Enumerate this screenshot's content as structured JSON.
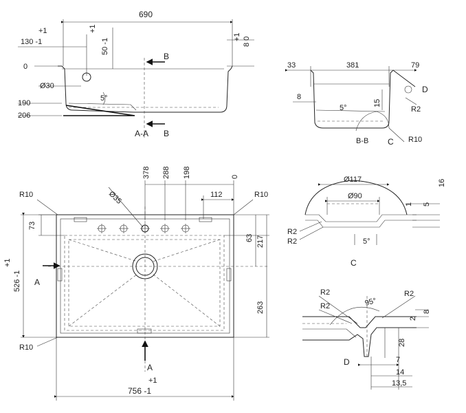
{
  "top_view": {
    "dim_690": "690",
    "dim_plus1_a": "+1",
    "dim_130": "130 -1",
    "dim_plus1_b": "+1",
    "dim_50": "50 -1",
    "dim_plus1_c": "+1",
    "dim_80": "8 0",
    "dim_0": "0",
    "dim_30": "Ø30",
    "dim_5deg": "5°",
    "dim_190": "190",
    "dim_206": "206",
    "label_b_top": "B",
    "label_b_bottom": "B",
    "section_aa": "A-A"
  },
  "section_bb": {
    "dim_33": "33",
    "dim_381": "381",
    "dim_79": "79",
    "dim_8": "8",
    "dim_15": "15",
    "dim_5deg": "5°",
    "r2": "R2",
    "r10": "R10",
    "label_d": "D",
    "label_c": "C",
    "title": "B-B"
  },
  "plan_view": {
    "dim_378": "378",
    "dim_288": "288",
    "dim_198": "198",
    "dim_0": "0",
    "dim_112": "112",
    "dim_35": "Ø35",
    "r10_tl": "R10",
    "r10_tr": "R10",
    "r10_bl": "R10",
    "dim_73": "73",
    "dim_63": "63",
    "dim_217": "217",
    "dim_263": "263",
    "dim_plus1_a": "+1",
    "dim_526": "526 -1",
    "dim_plus1_b": "+1",
    "dim_756": "756 -1",
    "label_a_left": "A",
    "label_a_bottom": "A"
  },
  "detail_c": {
    "dim_117": "Ø117",
    "dim_90": "Ø90",
    "dim_16": "16",
    "dim_1": "1",
    "dim_5": "5",
    "dim_5deg": "5°",
    "r2_a": "R2",
    "r2_b": "R2",
    "title": "C"
  },
  "detail_d": {
    "r2_a": "R2",
    "r2_b": "R2",
    "r2_c": "R2",
    "dim_95deg": "95°",
    "dim_8": "8",
    "dim_2": "2",
    "dim_28": "28",
    "dim_7": "7",
    "dim_14": "14",
    "dim_135": "13,5",
    "title": "D"
  }
}
